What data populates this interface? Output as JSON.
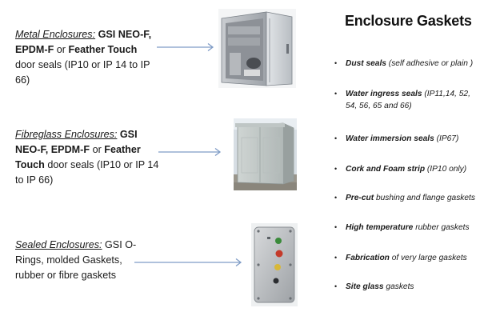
{
  "left": [
    {
      "label": "Metal Enclosures:",
      "bold_a": "GSI NEO-F,",
      "bold_b": "EPDM-F",
      "plain_a": "or",
      "bold_c": "Feather Touch",
      "plain_b": "door seals (IP10 or IP 14 to IP 66)"
    },
    {
      "label": "Fibreglass Enclosures:",
      "bold_a": "GSI NEO-F,",
      "bold_b": "EPDM-F",
      "plain_a": "or",
      "bold_c": "Feather Touch",
      "plain_b": "door seals (IP10 or IP 14 to IP 66)"
    },
    {
      "label": "Sealed Enclosures:",
      "plain_a": "GSI O-Rings, molded Gaskets, rubber or fibre gaskets"
    }
  ],
  "title": "Enclosure Gaskets",
  "items": [
    {
      "emph": "Dust seals",
      "rest": " (self adhesive or plain )"
    },
    {
      "emph": "Water ingress seals",
      "rest": " (IP11,14, 52, 54, 56, 65 and 66)"
    },
    {
      "emph": "Water immersion seals",
      "rest": " (IP67)"
    },
    {
      "emph": "Cork and Foam strip",
      "rest": " (IP10 only)"
    },
    {
      "emph": "Pre-cut",
      "rest": " bushing and flange gaskets"
    },
    {
      "emph": "High temperature",
      "rest": " rubber gaskets"
    },
    {
      "emph": "Fabrication",
      "rest": " of very large gaskets"
    },
    {
      "emph": "Site glass",
      "rest": " gaskets"
    }
  ],
  "colors": {
    "arrow": "#7f9cc6",
    "text": "#1a1a1a"
  },
  "images": [
    "metal-enclosure-photo",
    "fibreglass-enclosure-photo",
    "sealed-enclosure-photo"
  ]
}
